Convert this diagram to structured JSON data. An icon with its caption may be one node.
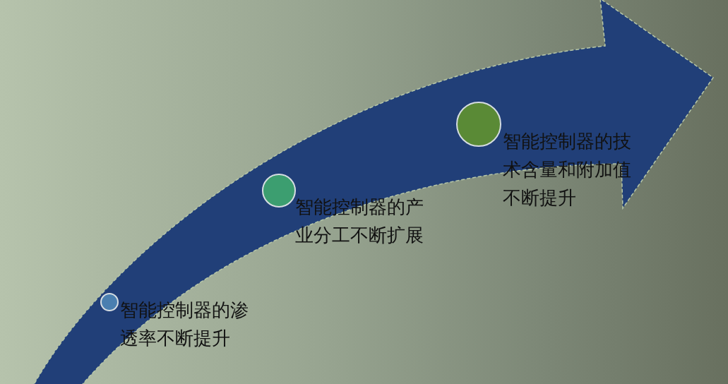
{
  "diagram": {
    "nodes": [
      {
        "text": [],
        "shape": "circle",
        "beside": [
          "智能控制器的渗透率不断提升"
        ]
      },
      {
        "text": [],
        "shape": "circle",
        "beside": [
          "智能控制器的产业分工不断扩展"
        ]
      },
      {
        "text": [],
        "shape": "circle",
        "beside": [
          "智能控制器的技术含量和附加值不断提升"
        ]
      }
    ]
  }
}
